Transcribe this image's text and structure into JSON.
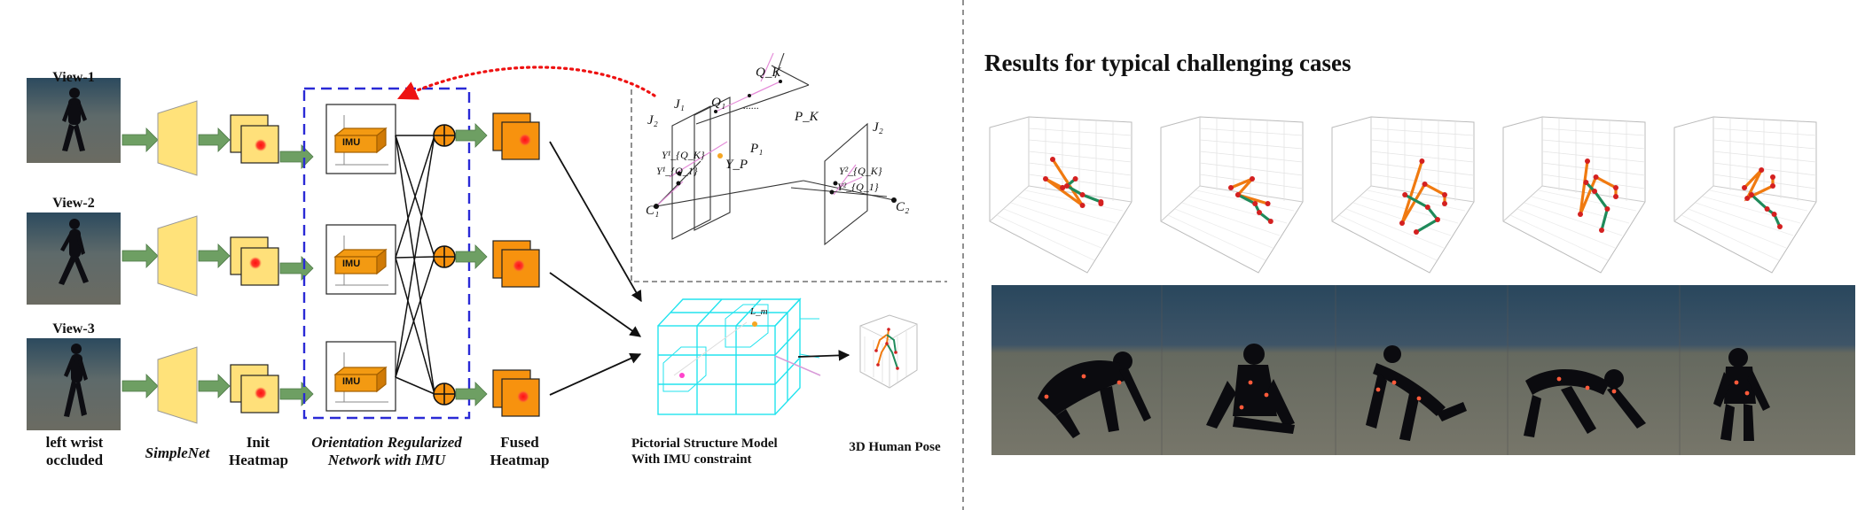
{
  "views": [
    {
      "label": "View-1"
    },
    {
      "label": "View-2"
    },
    {
      "label": "View-3"
    }
  ],
  "occluded_note": "left wrist\noccluded",
  "simplenet_label": "SimpleNet",
  "init_heatmap_label": "Init\nHeatmap",
  "orn_label": "Orientation Regularized\nNetwork with IMU",
  "imu_label": "IMU",
  "fused_heatmap_label": "Fused\nHeatmap",
  "psm_label": "Pictorial Structure Model\nWith IMU constraint",
  "pose_label": "3D Human Pose",
  "geometry": {
    "J1": "J₁",
    "J2": "J₂",
    "J2b": "J₂",
    "Q1": "Q₁",
    "QK": "Q_K",
    "P1": "P₁",
    "PK": "P_K",
    "Yp": "Y_P",
    "C1": "C₁",
    "C2": "C₂",
    "Y1QK": "Y¹_{Q_K}",
    "Y1Q1": "Y¹_{Q_1}",
    "Y2QK": "Y²_{Q_K}",
    "Y2Q1": "Y²_{Q_1}",
    "dots": "......",
    "Lm": "L_m"
  },
  "results_title": "Results for typical challenging cases",
  "colors": {
    "arrow_green": "#6e9f63",
    "simplenet_yellow": "#ffe27a",
    "heatmap_yellow": "#ffe07a",
    "fused_orange": "#f7920e",
    "orn_border": "#2a2ad6",
    "psm_cyan": "#22e3ee",
    "limb_green": "#1f8a5a",
    "limb_orange": "#f07a10",
    "joint_red": "#d42020",
    "dotted_red": "#e11"
  }
}
